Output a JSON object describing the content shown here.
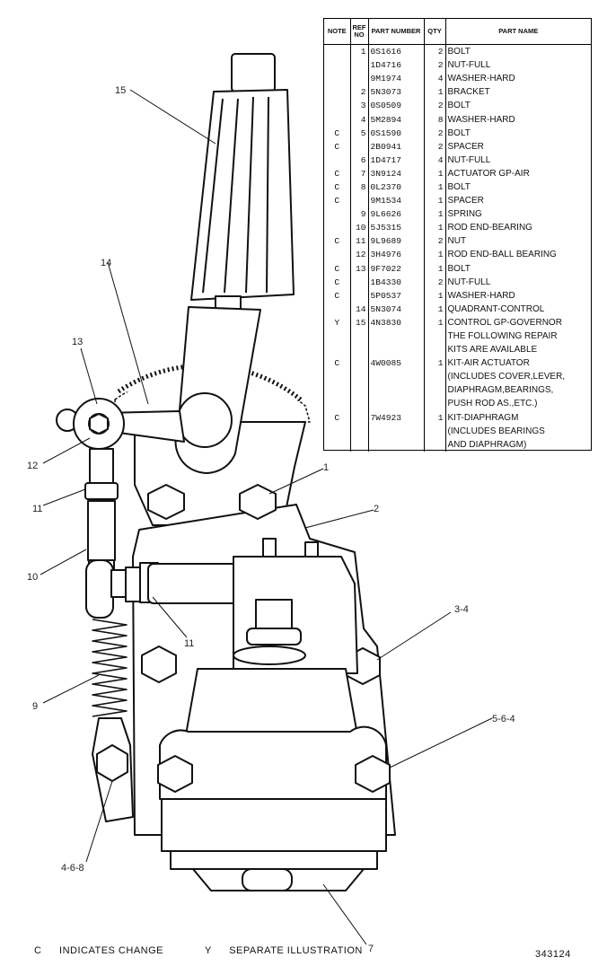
{
  "table": {
    "headers": {
      "note": "NOTE",
      "ref_no": "REF NO",
      "part_number": "PART NUMBER",
      "qty": "QTY",
      "part_name": "PART NAME"
    },
    "rows": [
      {
        "note": "",
        "ref": "1",
        "part": "0S1616",
        "qty": "2",
        "name": "BOLT"
      },
      {
        "note": "",
        "ref": "",
        "part": "1D4716",
        "qty": "2",
        "name": "NUT-FULL"
      },
      {
        "note": "",
        "ref": "",
        "part": "9M1974",
        "qty": "4",
        "name": "WASHER-HARD"
      },
      {
        "note": "",
        "ref": "2",
        "part": "5N3073",
        "qty": "1",
        "name": "BRACKET"
      },
      {
        "note": "",
        "ref": "3",
        "part": "0S0509",
        "qty": "2",
        "name": "BOLT"
      },
      {
        "note": "",
        "ref": "4",
        "part": "5M2894",
        "qty": "8",
        "name": "WASHER-HARD"
      },
      {
        "note": "C",
        "ref": "5",
        "part": "0S1590",
        "qty": "2",
        "name": "BOLT"
      },
      {
        "note": "C",
        "ref": "",
        "part": "2B0941",
        "qty": "2",
        "name": "SPACER"
      },
      {
        "note": "",
        "ref": "6",
        "part": "1D4717",
        "qty": "4",
        "name": "NUT-FULL"
      },
      {
        "note": "C",
        "ref": "7",
        "part": "3N9124",
        "qty": "1",
        "name": "ACTUATOR GP-AIR"
      },
      {
        "note": "C",
        "ref": "8",
        "part": "0L2370",
        "qty": "1",
        "name": "BOLT"
      },
      {
        "note": "C",
        "ref": "",
        "part": "9M1534",
        "qty": "1",
        "name": "SPACER"
      },
      {
        "note": "",
        "ref": "9",
        "part": "9L6626",
        "qty": "1",
        "name": "SPRING"
      },
      {
        "note": "",
        "ref": "10",
        "part": "5J5315",
        "qty": "1",
        "name": "ROD END-BEARING"
      },
      {
        "note": "C",
        "ref": "11",
        "part": "9L9689",
        "qty": "2",
        "name": "NUT"
      },
      {
        "note": "",
        "ref": "12",
        "part": "3H4976",
        "qty": "1",
        "name": "ROD END-BALL BEARING"
      },
      {
        "note": "C",
        "ref": "13",
        "part": "9F7022",
        "qty": "1",
        "name": "BOLT"
      },
      {
        "note": "C",
        "ref": "",
        "part": "1B4330",
        "qty": "2",
        "name": "NUT-FULL"
      },
      {
        "note": "C",
        "ref": "",
        "part": "5P0537",
        "qty": "1",
        "name": "WASHER-HARD"
      },
      {
        "note": "",
        "ref": "14",
        "part": "5N3074",
        "qty": "1",
        "name": "QUADRANT-CONTROL"
      },
      {
        "note": "Y",
        "ref": "15",
        "part": "4N3830",
        "qty": "1",
        "name": "CONTROL GP-GOVERNOR"
      },
      {
        "note": "",
        "ref": "",
        "part": "",
        "qty": "",
        "name": "THE FOLLOWING REPAIR"
      },
      {
        "note": "",
        "ref": "",
        "part": "",
        "qty": "",
        "name": "KITS ARE AVAILABLE"
      },
      {
        "note": "C",
        "ref": "",
        "part": "4W0085",
        "qty": "1",
        "name": "KIT-AIR ACTUATOR"
      },
      {
        "note": "",
        "ref": "",
        "part": "",
        "qty": "",
        "name": "(INCLUDES COVER,LEVER,"
      },
      {
        "note": "",
        "ref": "",
        "part": "",
        "qty": "",
        "name": "DIAPHRAGM,BEARINGS,"
      },
      {
        "note": "",
        "ref": "",
        "part": "",
        "qty": "",
        "name": "PUSH ROD AS.,ETC.)"
      },
      {
        "note": "C",
        "ref": "",
        "part": "7W4923",
        "qty": "1",
        "name": "KIT-DIAPHRAGM"
      },
      {
        "note": "",
        "ref": "",
        "part": "",
        "qty": "",
        "name": "(INCLUDES BEARINGS"
      },
      {
        "note": "",
        "ref": "",
        "part": "",
        "qty": "",
        "name": "AND DIAPHRAGM)"
      }
    ]
  },
  "callouts": {
    "c15": "15",
    "c14": "14",
    "c13": "13",
    "c12": "12",
    "c11a": "11",
    "c10": "10",
    "c11b": "11",
    "c9": "9",
    "c468": "4-6-8",
    "c1": "1",
    "c2": "2",
    "c34": "3-4",
    "c564": "5-6-4",
    "c7": "7"
  },
  "footer": {
    "legend_c_key": "C",
    "legend_c_text": "INDICATES CHANGE",
    "legend_y_key": "Y",
    "legend_y_text": "SEPARATE ILLUSTRATION",
    "illustration_number": "343124"
  }
}
